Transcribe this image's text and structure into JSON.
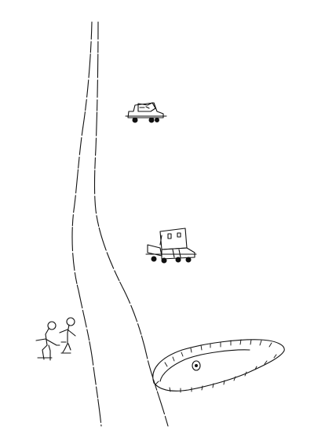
{
  "scene": {
    "ink_color": "#111111",
    "background_color": "#ffffff",
    "elements": [
      "road-drawing",
      "car-sketch",
      "truck-sketch",
      "people-sketch",
      "pond-sketch"
    ]
  }
}
